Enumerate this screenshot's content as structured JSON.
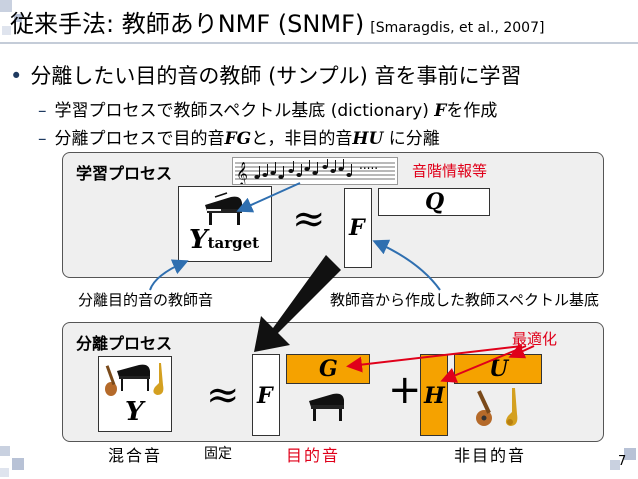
{
  "slide": {
    "title_main": "従来手法: 教師ありNMF (SNMF)",
    "title_ref": "[Smaragdis, et al., 2007]",
    "bullet": "分離したい目的音の教師 (サンプル) 音を事前に学習",
    "sub1_pre": "学習プロセスで教師スペクトル基底 (dictionary)",
    "sub1_var": "F",
    "sub1_post": "を作成",
    "sub2_pre": "分離プロセスで目的音",
    "sub2_var1": "FG",
    "sub2_mid": "と，非目的音",
    "sub2_var2": "HU",
    "sub2_post": "に分離",
    "page_number": "7"
  },
  "learning": {
    "title": "学習プロセス",
    "score_label": "音階情報等",
    "score_dots": ".....",
    "target_main": "Y",
    "target_sub": "target",
    "approx": "≈",
    "mat_F": "F",
    "mat_Q": "Q",
    "caption_left": "分離目的音の教師音",
    "caption_right": "教師音から作成した教師スペクトル基底"
  },
  "separation": {
    "title": "分離プロセス",
    "optimize_label": "最適化",
    "mat_Y": "Y",
    "approx": "≈",
    "mat_F": "F",
    "mat_G": "G",
    "plus": "+",
    "mat_H": "H",
    "mat_U": "U",
    "label_mix": "混合音",
    "label_fixed": "固定",
    "label_target": "目的音",
    "label_nontarget": "非目的音"
  },
  "colors": {
    "accent_orange": "#f5a200",
    "red": "#e0001a",
    "blue_arrow": "#2f6fb0",
    "corner_square": "#b8c2d6"
  },
  "icons": [
    "piano-icon",
    "guitar-icon",
    "saxophone-icon",
    "music-score-icon"
  ]
}
